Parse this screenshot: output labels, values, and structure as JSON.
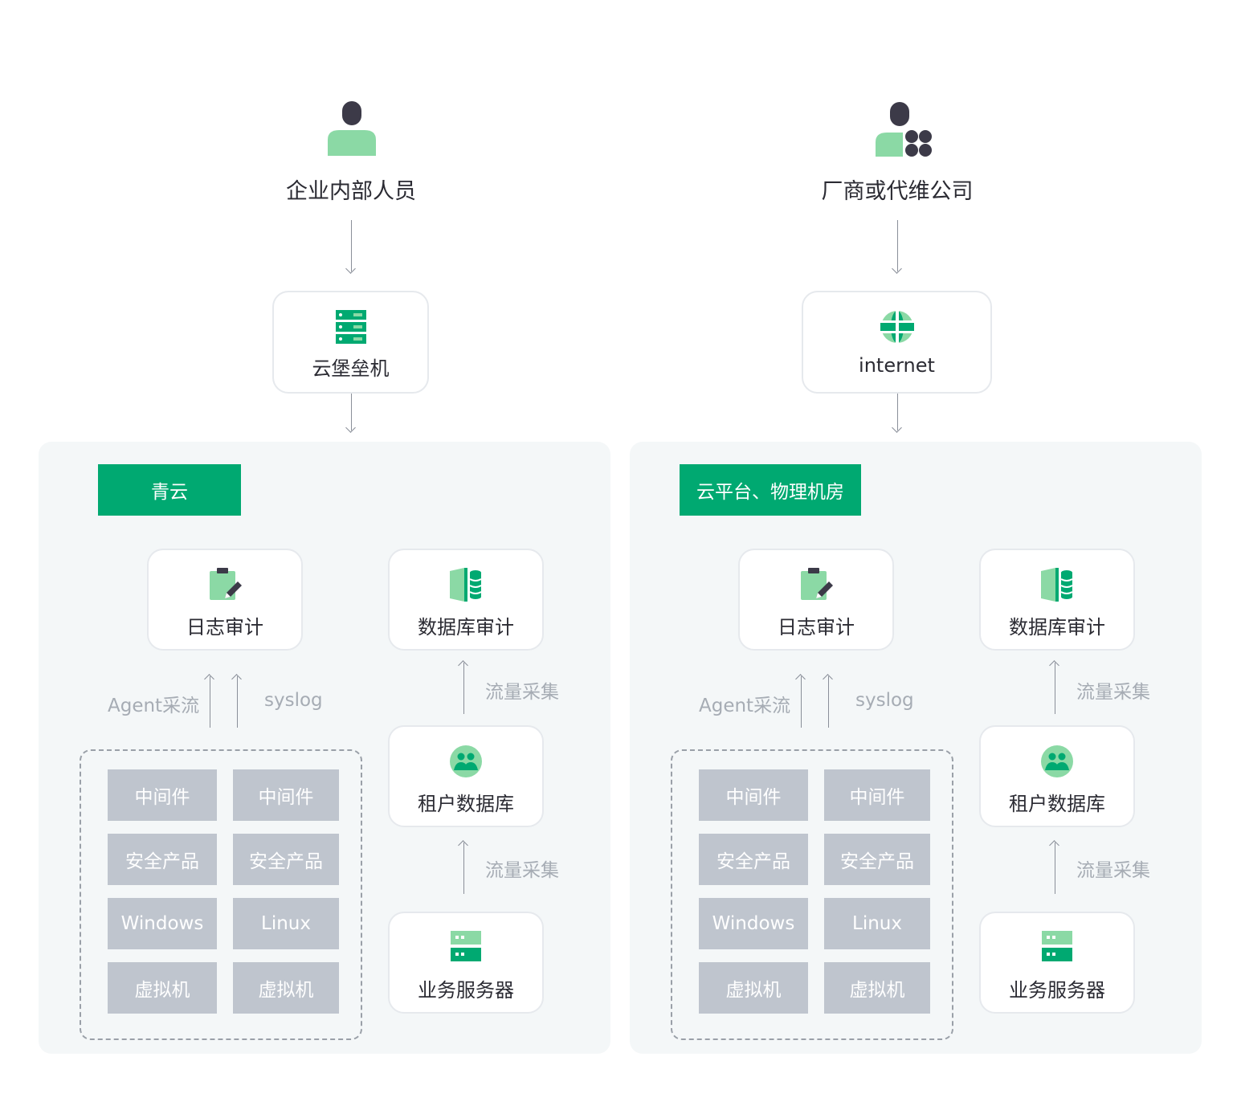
{
  "colors": {
    "accent": "#00a971",
    "light_green": "#8bd9a5",
    "dark": "#3c3a48",
    "cell_gray": "#bfc5ce",
    "region_bg": "#f4f7f8"
  },
  "left": {
    "actor": {
      "label": "企业内部人员",
      "icon": "person-icon"
    },
    "gateway": {
      "label": "云堡垒机",
      "icon": "server-stack-icon"
    },
    "region": {
      "tag": "青云",
      "log_audit": "日志审计",
      "db_audit": "数据库审计",
      "tenant_db": "租户数据库",
      "biz_server": "业务服务器",
      "agent_label": "Agent采流",
      "syslog_label": "syslog",
      "traffic_label_1": "流量采集",
      "traffic_label_2": "流量采集",
      "grid": [
        "中间件",
        "中间件",
        "安全产品",
        "安全产品",
        "Windows",
        "Linux",
        "虚拟机",
        "虚拟机"
      ]
    }
  },
  "right": {
    "actor": {
      "label": "厂商或代维公司",
      "icon": "person-with-partners-icon"
    },
    "gateway": {
      "label": "internet",
      "icon": "globe-icon"
    },
    "region": {
      "tag": "云平台、物理机房",
      "log_audit": "日志审计",
      "db_audit": "数据库审计",
      "tenant_db": "租户数据库",
      "biz_server": "业务服务器",
      "agent_label": "Agent采流",
      "syslog_label": "syslog",
      "traffic_label_1": "流量采集",
      "traffic_label_2": "流量采集",
      "grid": [
        "中间件",
        "中间件",
        "安全产品",
        "安全产品",
        "Windows",
        "Linux",
        "虚拟机",
        "虚拟机"
      ]
    }
  }
}
